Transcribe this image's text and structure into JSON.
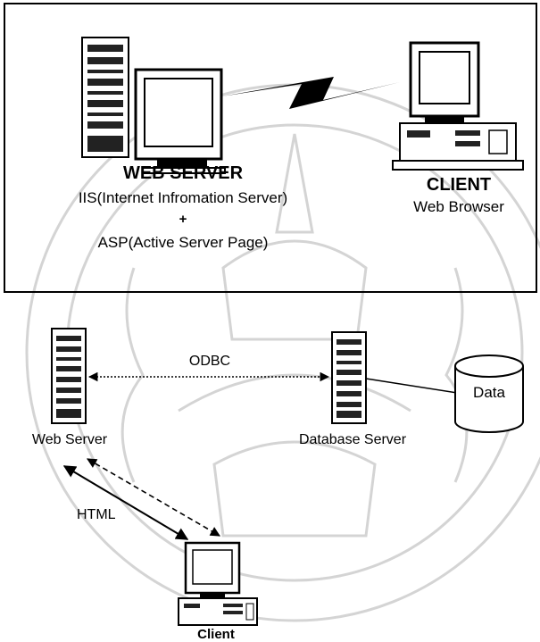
{
  "top_panel": {
    "web_server_title": "WEB SERVER",
    "iis_line": "IIS(Internet Infromation Server)",
    "plus": "+",
    "asp_line": "ASP(Active Server Page)",
    "client_title": "CLIENT",
    "client_subtitle": "Web Browser"
  },
  "bottom_panel": {
    "odbc_label": "ODBC",
    "data_label": "Data",
    "web_server_label": "Web Server",
    "database_server_label": "Database Server",
    "html_label": "HTML",
    "client_label": "Client"
  }
}
